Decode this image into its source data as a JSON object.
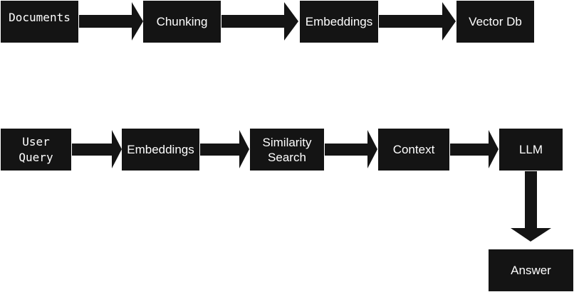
{
  "colors": {
    "box_fill": "#141414",
    "box_text": "#ffffff",
    "arrow": "#141414",
    "background": "#ffffff"
  },
  "ingestion": {
    "documents": "Documents",
    "chunking": "Chunking",
    "embeddings": "Embeddings",
    "vector_db": "Vector Db"
  },
  "query": {
    "user_query": "User\nQuery",
    "embeddings": "Embeddings",
    "similarity_search": "Similarity\nSearch",
    "context": "Context",
    "llm": "LLM",
    "answer": "Answer"
  }
}
